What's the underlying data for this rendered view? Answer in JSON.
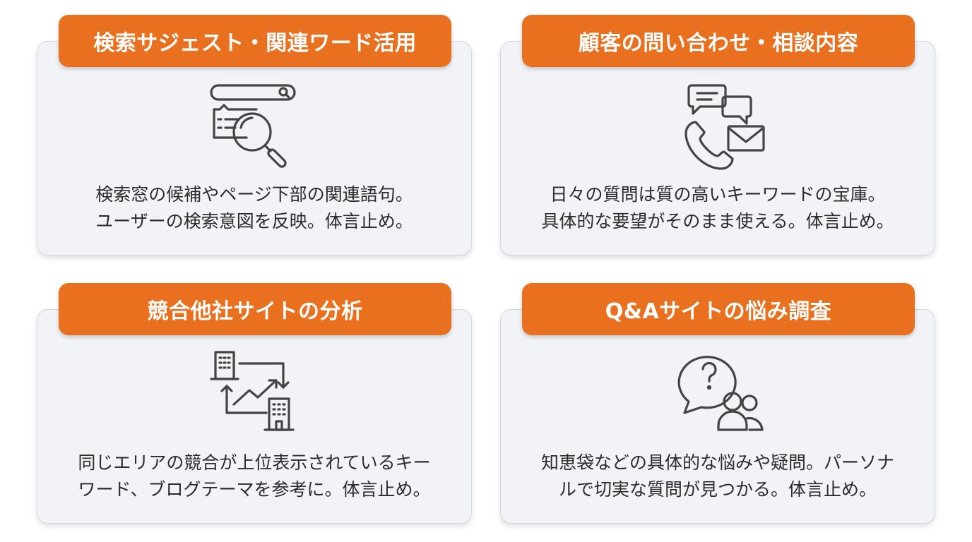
{
  "cards": [
    {
      "title": "検索サジェスト・関連ワード活用",
      "icon": "search-bar-magnifier-icon",
      "lines": [
        "検索窓の候補やページ下部の関連語句。",
        "ユーザーの検索意図を反映。体言止め。"
      ]
    },
    {
      "title": "顧客の問い合わせ・相談内容",
      "icon": "chat-phone-mail-icon",
      "lines": [
        "日々の質問は質の高いキーワードの宝庫。",
        "具体的な要望がそのまま使える。体言止め。"
      ]
    },
    {
      "title": "競合他社サイトの分析",
      "icon": "buildings-trend-arrows-icon",
      "lines": [
        "同じエリアの競合が上位表示されているキー",
        "ワード、ブログテーマを参考に。体言止め。"
      ]
    },
    {
      "title": "Q&Aサイトの悩み調査",
      "icon": "question-bubble-users-icon",
      "lines": [
        "知恵袋などの具体的な悩みや疑問。パーソナ",
        "ルで切実な質問が見つかる。体言止め。"
      ]
    }
  ],
  "colors": {
    "accent": "#e8701e",
    "card_bg": "#f1f3f6",
    "icon_stroke": "#444444",
    "text": "#2b2b2b"
  }
}
